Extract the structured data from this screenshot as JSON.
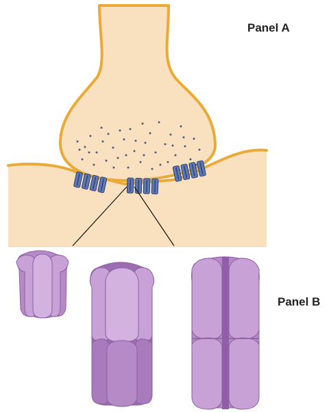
{
  "panels": {
    "a_label": "Panel A",
    "b_label": "Panel B"
  },
  "colors": {
    "cell_fill": "#f9e1bf",
    "membrane_stroke": "#eaaa38",
    "vesicle": "#4a5a8a",
    "channel_blue": "#5f79b5",
    "channel_stripe": "#2f3f70",
    "subunit_light": "#c8a2d6",
    "subunit_mid": "#b68ac6",
    "subunit_dark": "#9c6db0",
    "subunit_stroke": "#8c5ea3",
    "zoom_line": "#111111"
  },
  "icons": {
    "vesicle": "synaptic-vesicle-dot",
    "channel": "membrane-channel",
    "subunit": "channel-subunit"
  }
}
